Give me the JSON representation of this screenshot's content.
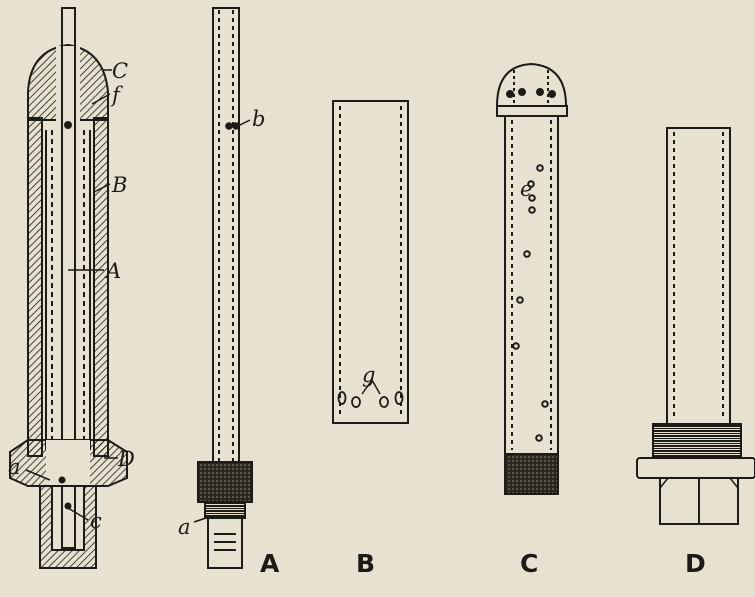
{
  "figure": {
    "type": "technical illustration",
    "ink_color": "#1d1b16",
    "paper_color": "#e6e1d0",
    "panels": [
      {
        "id": "assembly",
        "caption": "",
        "labels": [
          "C",
          "f",
          "B",
          "A",
          "D",
          "a",
          "c"
        ]
      },
      {
        "id": "A",
        "caption": "A",
        "labels": [
          "b",
          "a"
        ]
      },
      {
        "id": "B",
        "caption": "B",
        "labels": [
          "g"
        ]
      },
      {
        "id": "C",
        "caption": "C",
        "labels": [
          "e"
        ]
      },
      {
        "id": "D",
        "caption": "D",
        "labels": []
      }
    ]
  }
}
